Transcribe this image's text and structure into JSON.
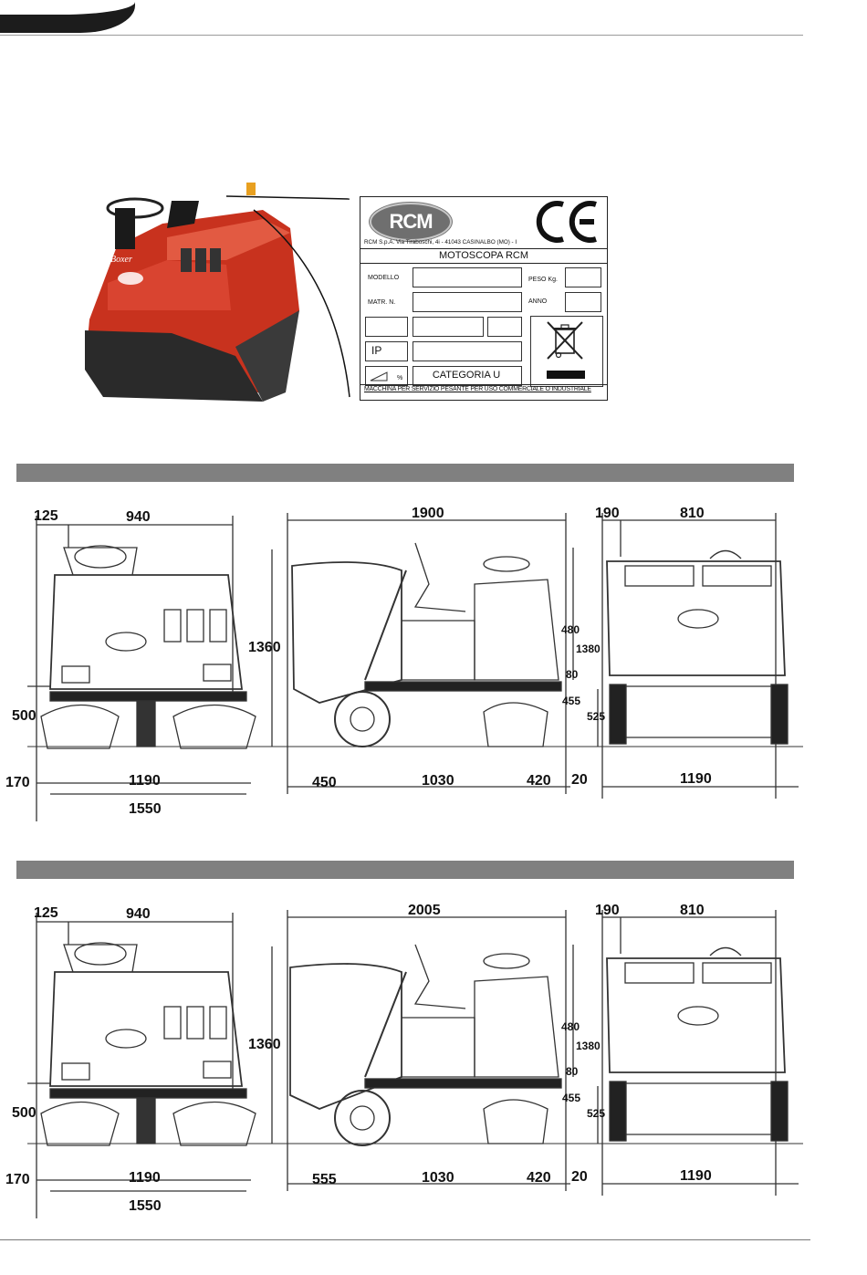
{
  "plate": {
    "logo_text": "RCM",
    "address": "RCM S.p.A. Via Tiraboschi, 4i - 41043 CASINALBO (MO) - I",
    "ce_mark": "CE",
    "title": "MOTOSCOPA RCM",
    "model_label": "MODELLO",
    "weight_label": "PESO Kg.",
    "serial_label": "MATR. N.",
    "year_label": "ANNO",
    "ip_label": "IP",
    "slope_label": "%",
    "category_label": "CATEGORIA   U",
    "footer": "MACCHINA PER SERVIZIO PESANTE PER USO COMMERCIALE O INDUSTRIALE",
    "weee_icon": "crossed-bin-icon"
  },
  "drawing1": {
    "front": {
      "top_left": "125",
      "top_width": "940",
      "height": "500",
      "bottom_left": "170",
      "bottom_width": "1190",
      "overall_width": "1550"
    },
    "side": {
      "length": "1900",
      "height": "1360",
      "dim_480": "480",
      "dim_1380": "1380",
      "dim_80": "80",
      "dim_455": "455",
      "front_overhang": "450",
      "wheelbase": "1030",
      "rear": "420",
      "dim_20": "20"
    },
    "rear": {
      "left": "190",
      "width": "810",
      "height": "525",
      "bottom_width": "1190"
    }
  },
  "drawing2": {
    "front": {
      "top_left": "125",
      "top_width": "940",
      "height": "500",
      "bottom_left": "170",
      "bottom_width": "1190",
      "overall_width": "1550"
    },
    "side": {
      "length": "2005",
      "height": "1360",
      "dim_480": "480",
      "dim_1380": "1380",
      "dim_80": "80",
      "dim_455": "455",
      "front_overhang": "555",
      "wheelbase": "1030",
      "rear": "420",
      "dim_20": "20"
    },
    "rear": {
      "left": "190",
      "width": "810",
      "height": "525",
      "bottom_width": "1190"
    }
  }
}
